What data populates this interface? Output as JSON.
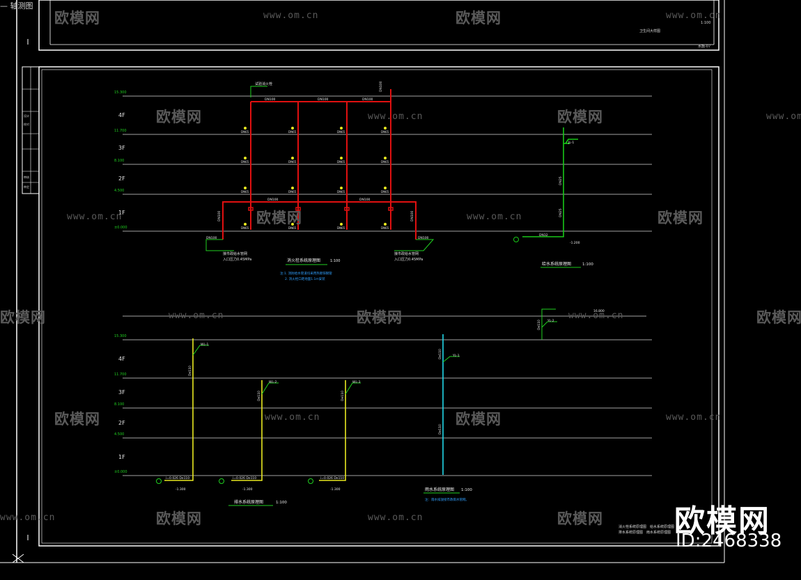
{
  "tab_label": "— 轴测图",
  "watermark_brand": "欧模网",
  "watermark_url": "www.om.cn",
  "brand_logo": "欧模网",
  "brand_id": "ID:2468338",
  "title_block": {
    "drawing_name": "卫生间大样图",
    "scale": "1:100",
    "sheet_no": "水施-07",
    "notes_1": "消火栓系统原理图　给水系统原理图",
    "notes_2": "排水系统原理图　雨水系统原理图"
  },
  "floors": [
    "4F",
    "3F",
    "2F",
    "1F"
  ],
  "elevations": [
    "15.300",
    "11.700",
    "8.100",
    "4.500",
    "±0.000"
  ],
  "fire_system": {
    "title": "消火栓系统原理图",
    "scale": "1:100",
    "note_1": "注:1. 消防给水管道均采用热镀锌钢管",
    "note_2": "2. 消火栓口距地面1.1m安装",
    "inlet_left": "接市政给水管网",
    "inlet_left_pressure": "入口压力0.45MPa",
    "inlet_right": "接市政给水管网",
    "inlet_right_pressure": "入口压力0.45MPa",
    "top_label": "试验消火栓",
    "pipe_label": "DN100",
    "branch_label": "DN65",
    "riser_label": "DN100"
  },
  "supply_system": {
    "title": "给水系统原理图",
    "scale": "1:100",
    "riser": "JL-1",
    "pipe": "DN25",
    "inlet": "DN32",
    "elev": "-1.200"
  },
  "drain_system": {
    "title": "排水系统原理图",
    "scale": "1:100",
    "risers": [
      "WL-1",
      "WL-2",
      "WL-3"
    ],
    "pipe": "De110",
    "outlet": "i=0.026 De110",
    "elev": "-1.300"
  },
  "rain_system": {
    "title": "雨水系统原理图",
    "scale": "1:100",
    "riser": "YL-1",
    "roof_riser": "YL-2",
    "pipe": "De110",
    "roof_elev": "16.800",
    "note": "注：雨水排放接市政雨水管网。"
  },
  "colors": {
    "frame": "#ffffff",
    "floor_line": "#d9d9d9",
    "fire": "#e01010",
    "supply": "#18c818",
    "drain": "#e8e820",
    "rain": "#20d8e8",
    "label_green": "#20d020",
    "label_cyan": "#30a0ff",
    "watermark": "#5a5a5a"
  }
}
